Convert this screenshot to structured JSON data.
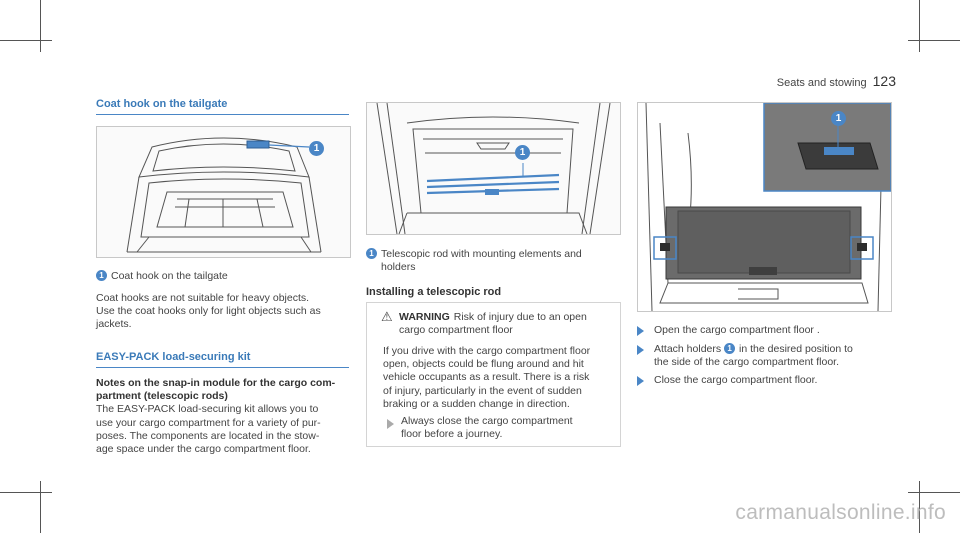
{
  "header": {
    "section_name": "Seats and stowing",
    "page_number": "123"
  },
  "col1": {
    "title": "Coat hook on the tailgate",
    "figure_callout": "1",
    "caption_num": "1",
    "caption": "Coat hook on the tailgate",
    "body_line1": "Coat hooks are not suitable for heavy objects.",
    "body_line2": "Use the coat hooks only for light objects such as",
    "body_line3": "jackets.",
    "section2_title": "EASY-PACK load-securing kit",
    "subhead_line1": "Notes on the snap-in module for the cargo com-",
    "subhead_line2": "partment (telescopic rods)",
    "body2_line1": "The EASY-PACK load-securing kit allows you to",
    "body2_line2": "use your cargo compartment for a variety of pur-",
    "body2_line3": "poses. The components are located in the stow-",
    "body2_line4": "age space under the cargo compartment floor."
  },
  "col2": {
    "figure_callout": "1",
    "caption_num": "1",
    "caption_line1": "Telescopic rod with mounting elements and",
    "caption_line2": "holders",
    "heading": "Installing a telescopic rod",
    "warning_title": "WARNING",
    "warning_line1": "Risk of injury due to an open",
    "warning_line2": "cargo compartment floor",
    "warning_body1": "If you drive with the cargo compartment floor",
    "warning_body2": "open, objects could be flung around and hit",
    "warning_body3": "vehicle occupants as a result. There is a risk",
    "warning_body4": "of injury, particularly in the event of sudden",
    "warning_body5": "braking or a sudden change in direction.",
    "warning_step1": "Always close the cargo compartment",
    "warning_step2": "floor before a journey."
  },
  "col3": {
    "figure_callout": "1",
    "step1": "Open the cargo compartment floor .",
    "step2_a": "Attach holders",
    "step2_num": "1",
    "step2_b": "in the desired position to",
    "step2_c": "the side of the cargo compartment floor.",
    "step3": "Close the cargo compartment floor."
  },
  "watermark": "carmanualsonline.info",
  "colors": {
    "accent": "#4a86c6",
    "text": "#444444",
    "border": "#c8c8c8"
  }
}
